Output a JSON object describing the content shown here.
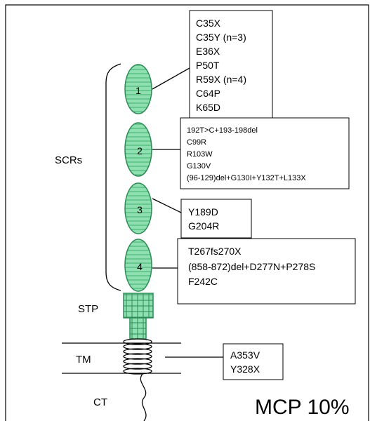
{
  "domains": {
    "scr1": "1",
    "scr2": "2",
    "scr3": "3",
    "scr4": "4"
  },
  "labels": {
    "scrs": "SCRs",
    "stp": "STP",
    "tm": "TM",
    "ct": "CT",
    "footer": "MCP 10%"
  },
  "mutations": {
    "scr1": [
      "C35X",
      "C35Y (n=3)",
      "E36X",
      "P50T",
      "R59X (n=4)",
      "C64P",
      "K65D"
    ],
    "scr2": [
      "192T>C+193-198del",
      "C99R",
      "R103W",
      "G130V",
      "(96-129)del+G130I+Y132T+L133X"
    ],
    "scr3": [
      "Y189D",
      "G204R"
    ],
    "scr4": [
      "T267fs270X",
      "(858-872)del+D277N+P278S",
      "F242C"
    ],
    "tm": [
      "A353V",
      "Y328X"
    ]
  },
  "colors": {
    "domain_fill": "#7fd9a3",
    "domain_stroke": "#2e8b57",
    "hatch": "#3fae6e"
  }
}
